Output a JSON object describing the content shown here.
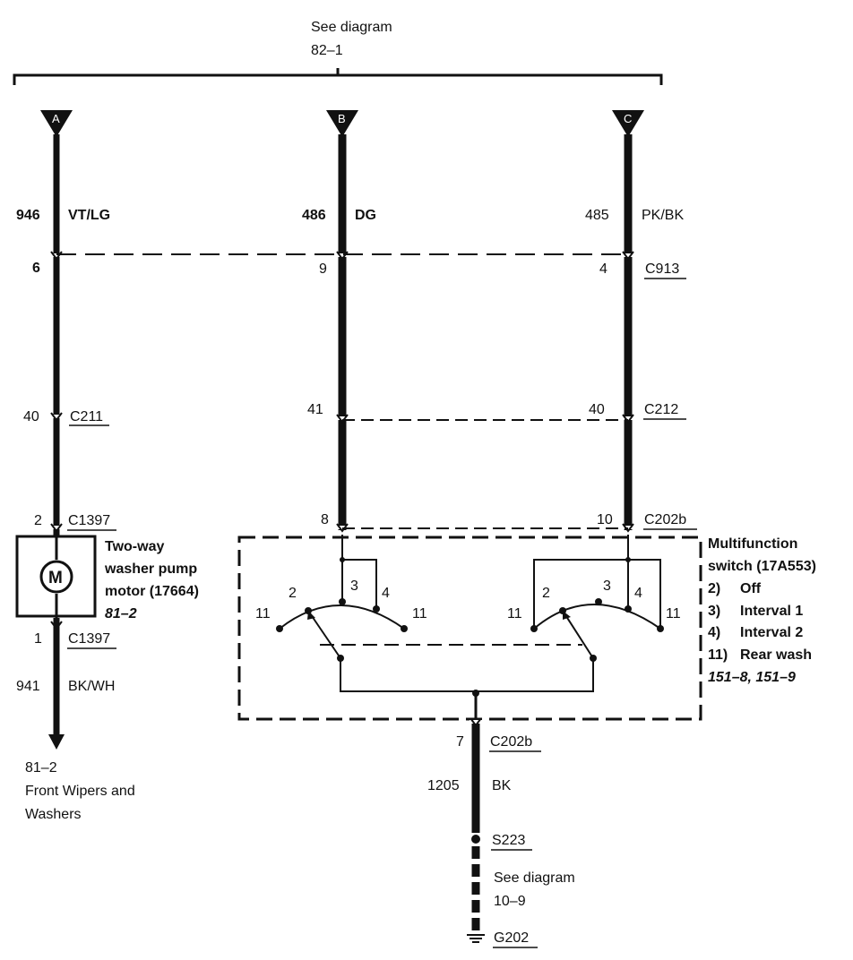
{
  "top_reference": {
    "line1": "See diagram",
    "line2": "82-1"
  },
  "connectors_top": [
    "A",
    "B",
    "C"
  ],
  "wires": {
    "a": {
      "circuit": "946",
      "color": "VT/LG"
    },
    "b": {
      "circuit": "486",
      "color": "DG"
    },
    "c": {
      "circuit": "485",
      "color": "PK/BK"
    },
    "a_lower": {
      "circuit": "941",
      "color": "BK/WH"
    },
    "ground": {
      "circuit": "1205",
      "color": "BK"
    }
  },
  "c913": {
    "name": "C913",
    "pin_a": "6",
    "pin_b": "9",
    "pin_c": "4"
  },
  "c211": {
    "name": "C211",
    "pin": "40"
  },
  "c212": {
    "name": "C212",
    "pin_b": "41",
    "pin_c": "40"
  },
  "c202b": {
    "name": "C202b",
    "pin_b": "8",
    "pin_c": "10",
    "pin_out": "7"
  },
  "c1397": {
    "name": "C1397",
    "pin_top": "2",
    "pin_bottom": "1"
  },
  "motor": {
    "symbol": "M",
    "line1": "Two-way",
    "line2": "washer pump",
    "line3": "motor (17664)",
    "ref": "81-2"
  },
  "switch": {
    "title1": "Multifunction",
    "title2": "switch (17A553)",
    "positions": [
      {
        "num": "2)",
        "label": "Off"
      },
      {
        "num": "3)",
        "label": "Interval 1"
      },
      {
        "num": "4)",
        "label": "Interval 2"
      },
      {
        "num": "11)",
        "label": "Rear wash"
      }
    ],
    "refs": "151-8, 151-9",
    "left_labels": {
      "p11a": "11",
      "p2": "2",
      "p3": "3",
      "p4": "4",
      "p11b": "11"
    },
    "right_labels": {
      "p11a": "11",
      "p2": "2",
      "p3": "3",
      "p4": "4",
      "p11b": "11"
    }
  },
  "bottom_left_reference": {
    "line1": "81-2",
    "line2": "Front Wipers and",
    "line3": "Washers"
  },
  "splice": {
    "name": "S223"
  },
  "bottom_reference": {
    "line1": "See diagram",
    "line2": "10-9"
  },
  "ground_point": {
    "name": "G202"
  }
}
